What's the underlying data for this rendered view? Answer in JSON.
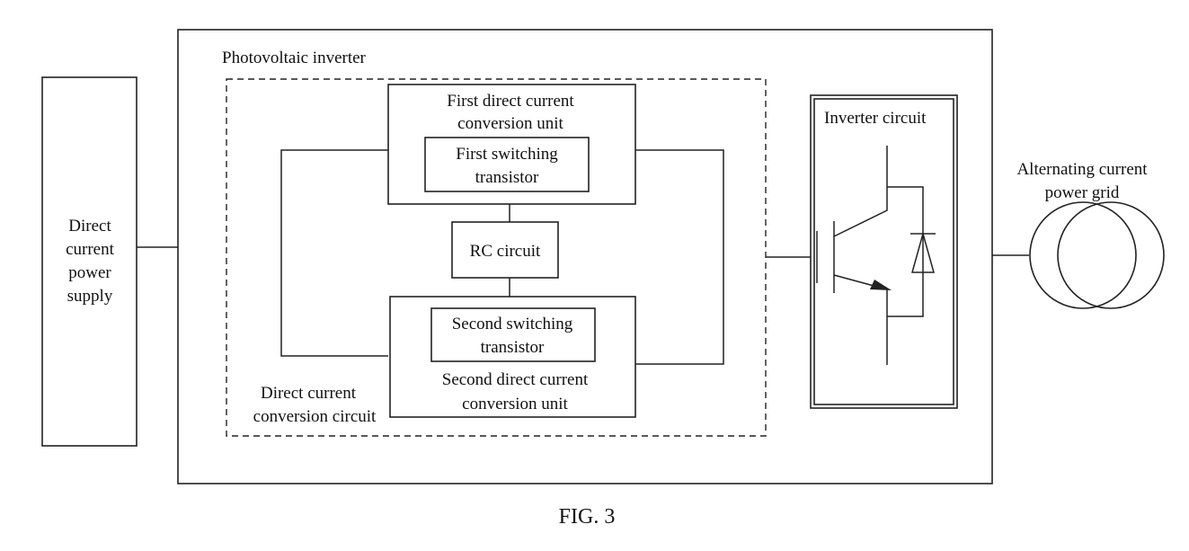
{
  "labels": {
    "dc_supply": [
      "Direct",
      "current",
      "power",
      "supply"
    ],
    "pv_inverter": "Photovoltaic inverter",
    "first_unit": [
      "First direct current",
      "conversion unit"
    ],
    "first_switch": [
      "First switching",
      "transistor"
    ],
    "rc_circuit": "RC circuit",
    "second_switch": [
      "Second switching",
      "transistor"
    ],
    "second_unit": [
      "Second direct current",
      "conversion unit"
    ],
    "dc_conv_circuit": [
      "Direct current",
      "conversion circuit"
    ],
    "inverter_circuit": "Inverter circuit",
    "ac_grid": [
      "Alternating current",
      "power grid"
    ],
    "figure": "FIG. 3"
  }
}
